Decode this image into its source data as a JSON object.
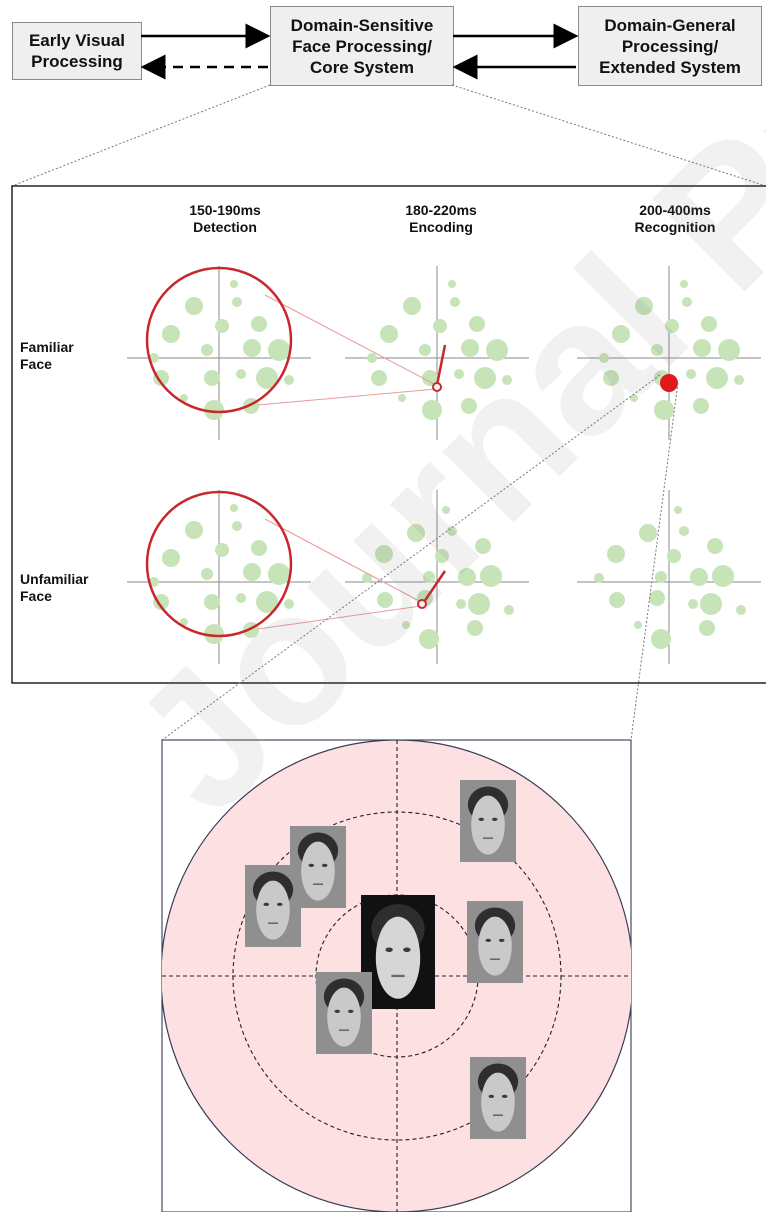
{
  "top_flow": {
    "early_visual": [
      "Early Visual",
      "Processing"
    ],
    "domain_sensitive": [
      "Domain-Sensitive",
      "Face Processing/",
      "Core System"
    ],
    "domain_general": [
      "Domain-General",
      "Processing/",
      "Extended System"
    ]
  },
  "stages": [
    {
      "time": "150-190ms",
      "name": "Detection"
    },
    {
      "time": "180-220ms",
      "name": "Encoding"
    },
    {
      "time": "200-400ms",
      "name": "Recognition"
    }
  ],
  "rows": [
    [
      "Familiar",
      "Face"
    ],
    [
      "Unfamiliar",
      "Face"
    ]
  ],
  "colors": {
    "dot": "#c7e3b8",
    "highlight": "#d91f1f",
    "target_bg": "#fde0e2",
    "box_bg": "#efefef"
  },
  "faces": {
    "center": "face-photo-center",
    "surrounding_count": 6
  },
  "watermark": "Journal Pre-proof"
}
